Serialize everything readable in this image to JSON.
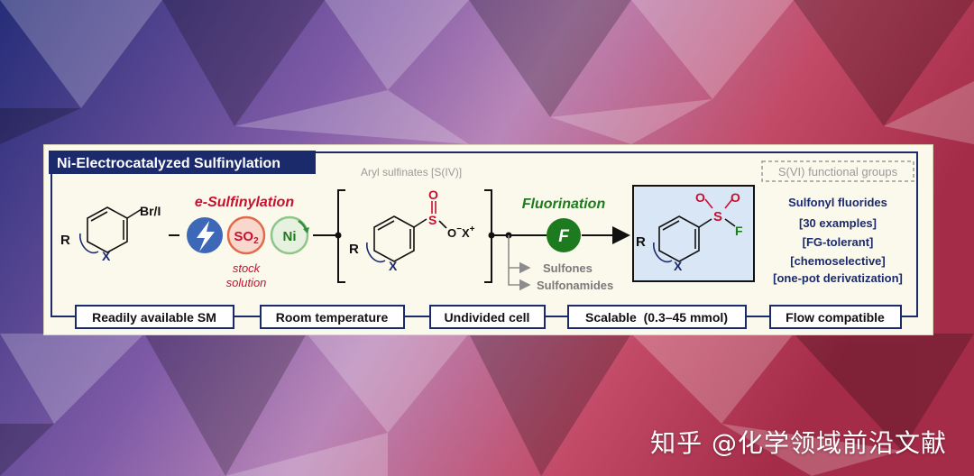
{
  "header": {
    "title": "Ni-Electrocatalyzed Sulfinylation"
  },
  "annotations": {
    "aryl_sulfinates": "Aryl sulfinates [S(IV)]",
    "svi_groups": "S(VI) functional groups"
  },
  "reagents": {
    "e_sulfinylation": "e-Sulfinylation",
    "so2": "SO",
    "so2_sub": "2",
    "ni": "Ni",
    "stock_line1": "stock",
    "stock_line2": "solution",
    "fluorination": "Fluorination",
    "f_label": "F"
  },
  "structures": {
    "start": {
      "r": "R",
      "x": "X",
      "halide": "Br/I"
    },
    "sulfinate": {
      "r": "R",
      "x": "X",
      "s": "S",
      "o": "O",
      "o2": "O",
      "minus": "−",
      "cation": "X",
      "plus": "+"
    },
    "product": {
      "r": "R",
      "x": "X",
      "s": "S",
      "o1": "O",
      "o2": "O",
      "f": "F"
    }
  },
  "side_products": [
    "Sulfones",
    "Sulfonamides"
  ],
  "results": {
    "title": "Sulfonyl fluorides",
    "lines": [
      "[30 examples]",
      "[FG-tolerant]",
      "[chemoselective]",
      "[one-pot derivatization]"
    ]
  },
  "features": [
    "Readily available SM",
    "Room temperature",
    "Undivided cell",
    "Scalable  (0.3–45 mmol)",
    "Flow compatible"
  ],
  "watermark": "知乎 @化学领域前沿文献",
  "colors": {
    "navy": "#1b2a6b",
    "red": "#c8102e",
    "green": "#1e7a1e",
    "highlight_fill": "#d9e6f5",
    "background_left": "#2a2f7a",
    "background_right": "#c8405a"
  }
}
